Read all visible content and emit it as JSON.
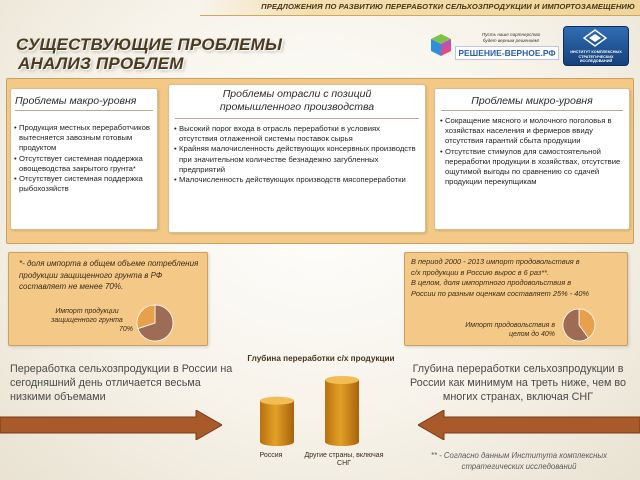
{
  "banner": "ПРЕДЛОЖЕНИЯ ПО РАЗВИТИЮ ПЕРЕРАБОТКИ СЕЛЬХОЗПРОДУКЦИИ И ИМПОРТОЗАМЕЩЕНИЮ",
  "title": {
    "line1": "СУЩЕСТВУЮЩИЕ ПРОБЛЕМЫ",
    "line2": "АНАЛИЗ ПРОБЛЕМ"
  },
  "logos": {
    "slogan_line1": "Пусть наше партнерство",
    "slogan_line2": "будет верным решением!",
    "wordmark": "РЕШЕНИЕ-ВЕРНОЕ.РФ",
    "institute_line1": "ИНСТИТУТ КОМПЛЕКСНЫХ",
    "institute_line2": "СТРАТЕГИЧЕСКИХ ИССЛЕДОВАНИЙ"
  },
  "panels": {
    "macro": {
      "title": "Проблемы макро-уровня",
      "items": [
        "Продукция местных переработчиков вытесняется завозным готовым продуктом",
        "Отсутствует системная поддержка овощеводства закрытого грунта*",
        " Отсутствует системная поддержка рыбохозяйств"
      ]
    },
    "industry": {
      "title_line1": "Проблемы отрасли с позиций",
      "title_line2": "промышленного производства",
      "items": [
        "Высокий порог входа в отрасль переработки в условиях отсутствия отлаженной системы поставок сырья",
        "Крайняя малочисленность действующих консервных производств при значительном количестве безнадежно загубленных предприятий",
        "Малочисленность действующих производств мясопереработки"
      ]
    },
    "micro": {
      "title": "Проблемы микро-уровня",
      "items": [
        "Сокращение мясного и молочного поголовья в хозяйствах населения и фермеров ввиду отсутствия гарантий сбыта продукции",
        "Отсутствие стимулов для самостоятельной переработки продукции в хозяйствах, отсутствие ощутимой выгоды по сравнению со сдачей продукции перекупщикам"
      ]
    }
  },
  "notes": {
    "left": {
      "text": "*- доля импорта в общем объеме потребления продукции защищенного грунта в РФ составляет не менее 70%.",
      "pie_label_line1": "Импорт продукции",
      "pie_label_line2": "защищенного грунта",
      "pie_value": "70%",
      "pie_share": 0.7
    },
    "right": {
      "text_line1": "В период 2000 - 2013 импорт продовольствия в",
      "text_line2": "с/х продукции в Россию вырос в 6 раз**.",
      "text_line3": "В целом, доля импортного продовольствия в",
      "text_line4": "России по разным оценкам составляет 25% - 40%",
      "pie_label_line1": "Импорт продовольствия в",
      "pie_label_line2": "целом до 40%",
      "pie_share": 0.4
    }
  },
  "arrows": {
    "left_text": "Переработка сельхозпродукции в России на сегодняшний день отличается весьма низкими объемами",
    "right_text": "Глубина переработки сельхозпродукции в России как минимум на треть ниже, чем во многих странах, включая СНГ"
  },
  "chart_data": {
    "type": "bar",
    "title": "Глубина переработки с/х продукции",
    "categories": [
      "Россия",
      "Другие страны, включая СНГ"
    ],
    "values": [
      2,
      3
    ],
    "xlabel": "",
    "ylabel": ""
  },
  "footnote_line1": "** - Согласно данным Института комплексных",
  "footnote_line2": "стратегических исследований",
  "colors": {
    "frame_fill": "#f4c987",
    "arrow_fill": "#a85a2a",
    "bar_fill": "#e3a127",
    "pie_main": "#e8a04a",
    "pie_brown": "#9e6b55"
  }
}
